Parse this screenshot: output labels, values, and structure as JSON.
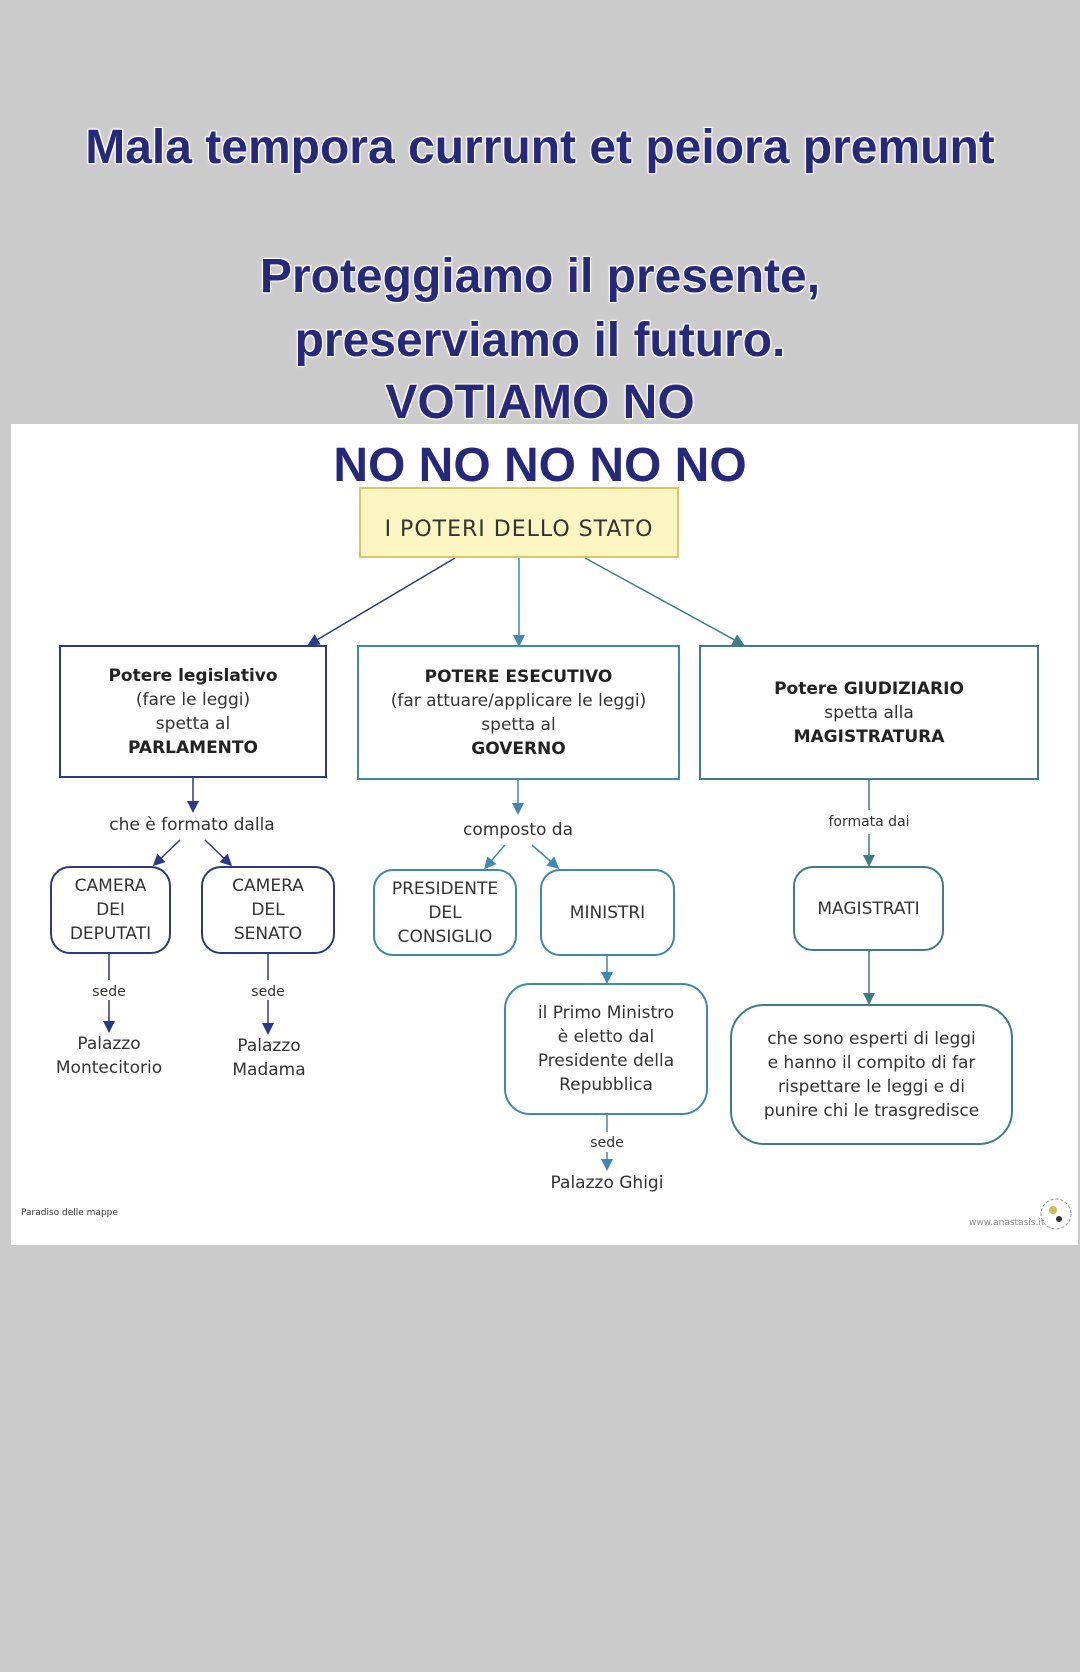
{
  "overlay": {
    "line1": "Mala tempora currunt et peiora premunt",
    "line2": "Proteggiamo il presente,",
    "line3": "preserviamo il futuro.",
    "line4": "VOTIAMO NO",
    "line5": "NO NO NO NO NO"
  },
  "map": {
    "title": "I POTERI DELLO STATO",
    "legislativo": {
      "l1": "Potere legislativo",
      "l2": "(fare le leggi)",
      "l3": "spetta al",
      "l4": "PARLAMENTO"
    },
    "esecutivo": {
      "l1": "POTERE ESECUTIVO",
      "l2": "(far attuare/applicare le leggi)",
      "l3": "spetta al",
      "l4": "GOVERNO"
    },
    "giudiziario": {
      "l1": "Potere GIUDIZIARIO",
      "l2": "spetta alla",
      "l3": "MAGISTRATURA"
    },
    "link_parlamento": "che è formato dalla",
    "link_governo": "composto da",
    "link_magistratura": "formata dai",
    "camera_deputati": {
      "l1": "CAMERA",
      "l2": "DEI",
      "l3": "DEPUTATI"
    },
    "camera_senato": {
      "l1": "CAMERA",
      "l2": "DEL",
      "l3": "SENATO"
    },
    "presidente": {
      "l1": "PRESIDENTE",
      "l2": "DEL",
      "l3": "CONSIGLIO"
    },
    "ministri": "MINISTRI",
    "magistrati": "MAGISTRATI",
    "sede": "sede",
    "montecitorio": {
      "l1": "Palazzo",
      "l2": "Montecitorio"
    },
    "madama": {
      "l1": "Palazzo",
      "l2": "Madama"
    },
    "primo_ministro": {
      "l1": "il Primo Ministro",
      "l2": "è eletto dal",
      "l3": "Presidente della",
      "l4": "Repubblica"
    },
    "ghigi": "Palazzo Ghigi",
    "esperti": {
      "l1": "che sono esperti di leggi",
      "l2": "e hanno il compito di far",
      "l3": "rispettare le leggi e di",
      "l4": "punire chi le trasgredisce"
    },
    "credit_left": "Paradiso delle mappe",
    "credit_right": "www.anastasis.it"
  },
  "colors": {
    "navy": "#27287a",
    "yellow": "#fbf5c2",
    "teal": "#3f7d86",
    "blue": "#3f88b4"
  }
}
